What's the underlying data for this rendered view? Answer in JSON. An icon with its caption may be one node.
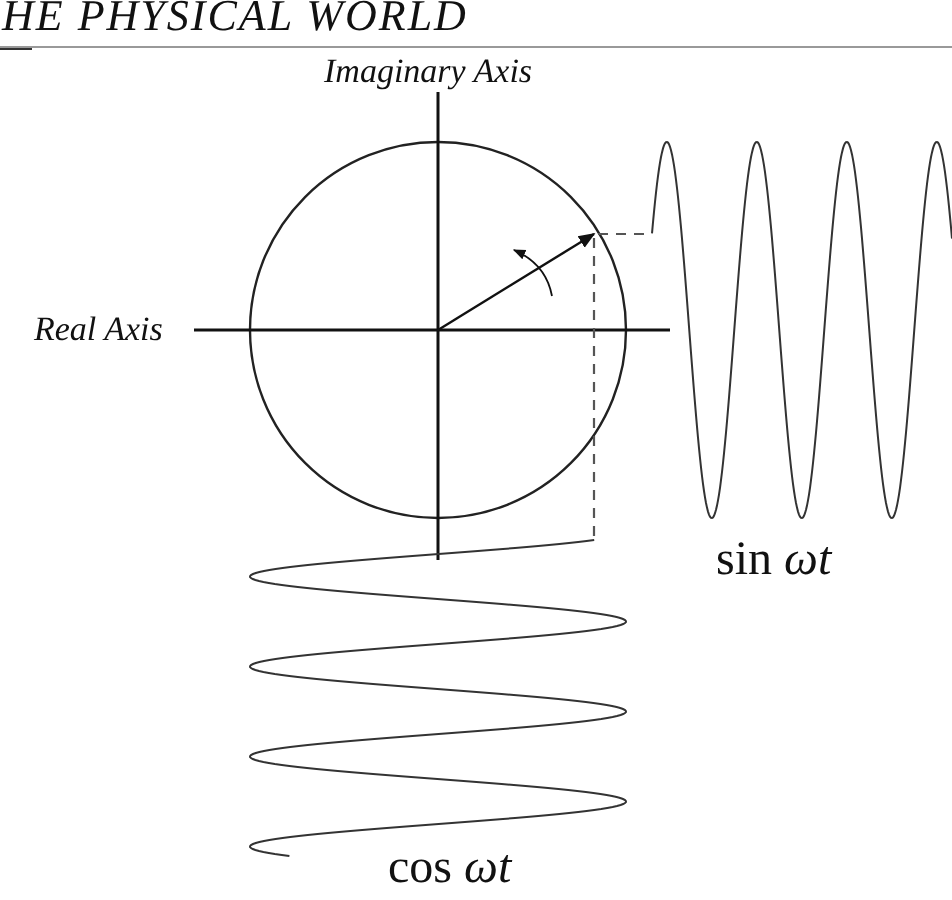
{
  "diagram": {
    "labels": [
      "HE PHYSICAL WORLD",
      "Imaginary Axis",
      "Real Axis",
      "sin *ωt*",
      "cos *ωt*"
    ]
  }
}
